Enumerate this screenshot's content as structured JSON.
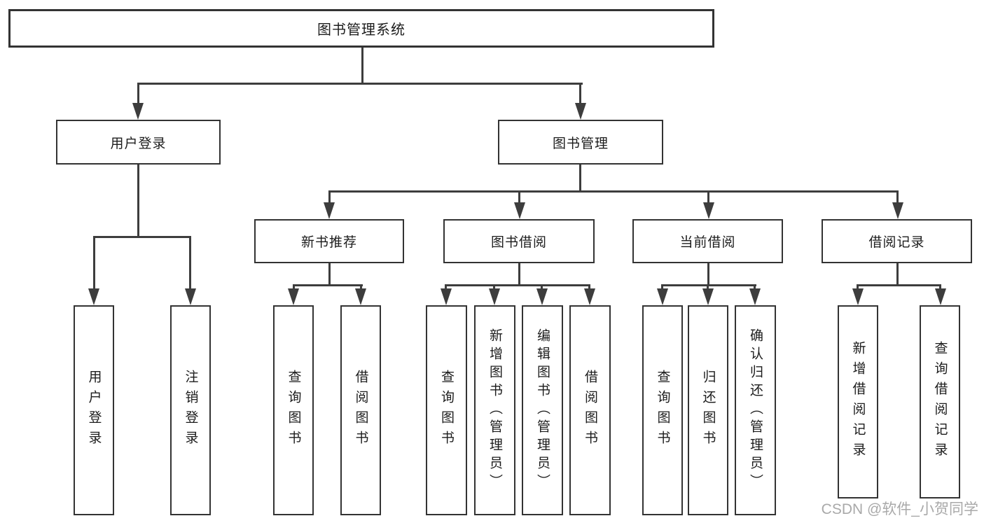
{
  "tree": {
    "label": "图书管理系统",
    "children": [
      {
        "label": "用户登录",
        "children": [
          {
            "label": "用户登录"
          },
          {
            "label": "注销登录"
          }
        ]
      },
      {
        "label": "图书管理",
        "children": [
          {
            "label": "新书推荐",
            "children": [
              {
                "label": "查询图书"
              },
              {
                "label": "借阅图书"
              }
            ]
          },
          {
            "label": "图书借阅",
            "children": [
              {
                "label": "查询图书"
              },
              {
                "label": "新增图书（管理员）"
              },
              {
                "label": "编辑图书（管理员）"
              },
              {
                "label": "借阅图书"
              }
            ]
          },
          {
            "label": "当前借阅",
            "children": [
              {
                "label": "查询图书"
              },
              {
                "label": "归还图书"
              },
              {
                "label": "确认归还（管理员）"
              }
            ]
          },
          {
            "label": "借阅记录",
            "children": [
              {
                "label": "新增借阅记录"
              },
              {
                "label": "查询借阅记录"
              }
            ]
          }
        ]
      }
    ]
  },
  "watermark": {
    "text": "CSDN @软件_小贺同学"
  },
  "colors": {
    "line": "#3d3d3d",
    "box_border": "#333333",
    "box_fill": "#ffffff",
    "text": "#1c1c1c",
    "watermark": "#a9a9a9",
    "background": "#ffffff"
  }
}
